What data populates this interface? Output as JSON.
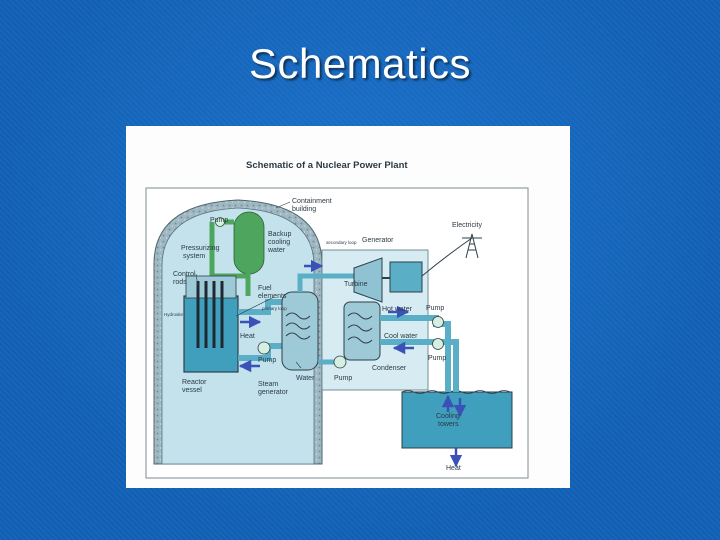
{
  "slide": {
    "title": "Schematics"
  },
  "figure": {
    "title": "Schematic of a Nuclear Power Plant",
    "labels": {
      "containment": "Containment",
      "building": "building",
      "pump_top": "Pump",
      "backup": "Backup",
      "cooling": "cooling",
      "water": "water",
      "pressurizing": "Pressurizing",
      "system": "system",
      "control": "Control",
      "rods": "rods",
      "fuel": "Fuel",
      "elements": "elements",
      "secondary_loop": "secondary loop",
      "primary_loop": "primary loop",
      "hydrosite": "Hydrosite",
      "heat_reactor": "Heat",
      "pump_primary": "Pump",
      "reactor": "Reactor",
      "vessel": "vessel",
      "steam": "Steam",
      "generator_steam": "generator",
      "water_lbl": "Water",
      "generator": "Generator",
      "turbine": "Turbine",
      "electricity": "Electricity",
      "pump_right": "Pump",
      "hot_water": "Hot water",
      "cool_water": "Cool water",
      "pump_lower": "Pump",
      "pump_secondary": "Pump",
      "condenser": "Condenser",
      "cooling_towers_1": "Cooling",
      "cooling_towers_2": "towers",
      "heat_bottom": "Heat"
    },
    "colors": {
      "containment": "#b9dde9",
      "water": "#3f9fbd",
      "pipe": "#5aaec6",
      "arrow": "#3a52b8",
      "outline": "#2e3f4a"
    }
  }
}
